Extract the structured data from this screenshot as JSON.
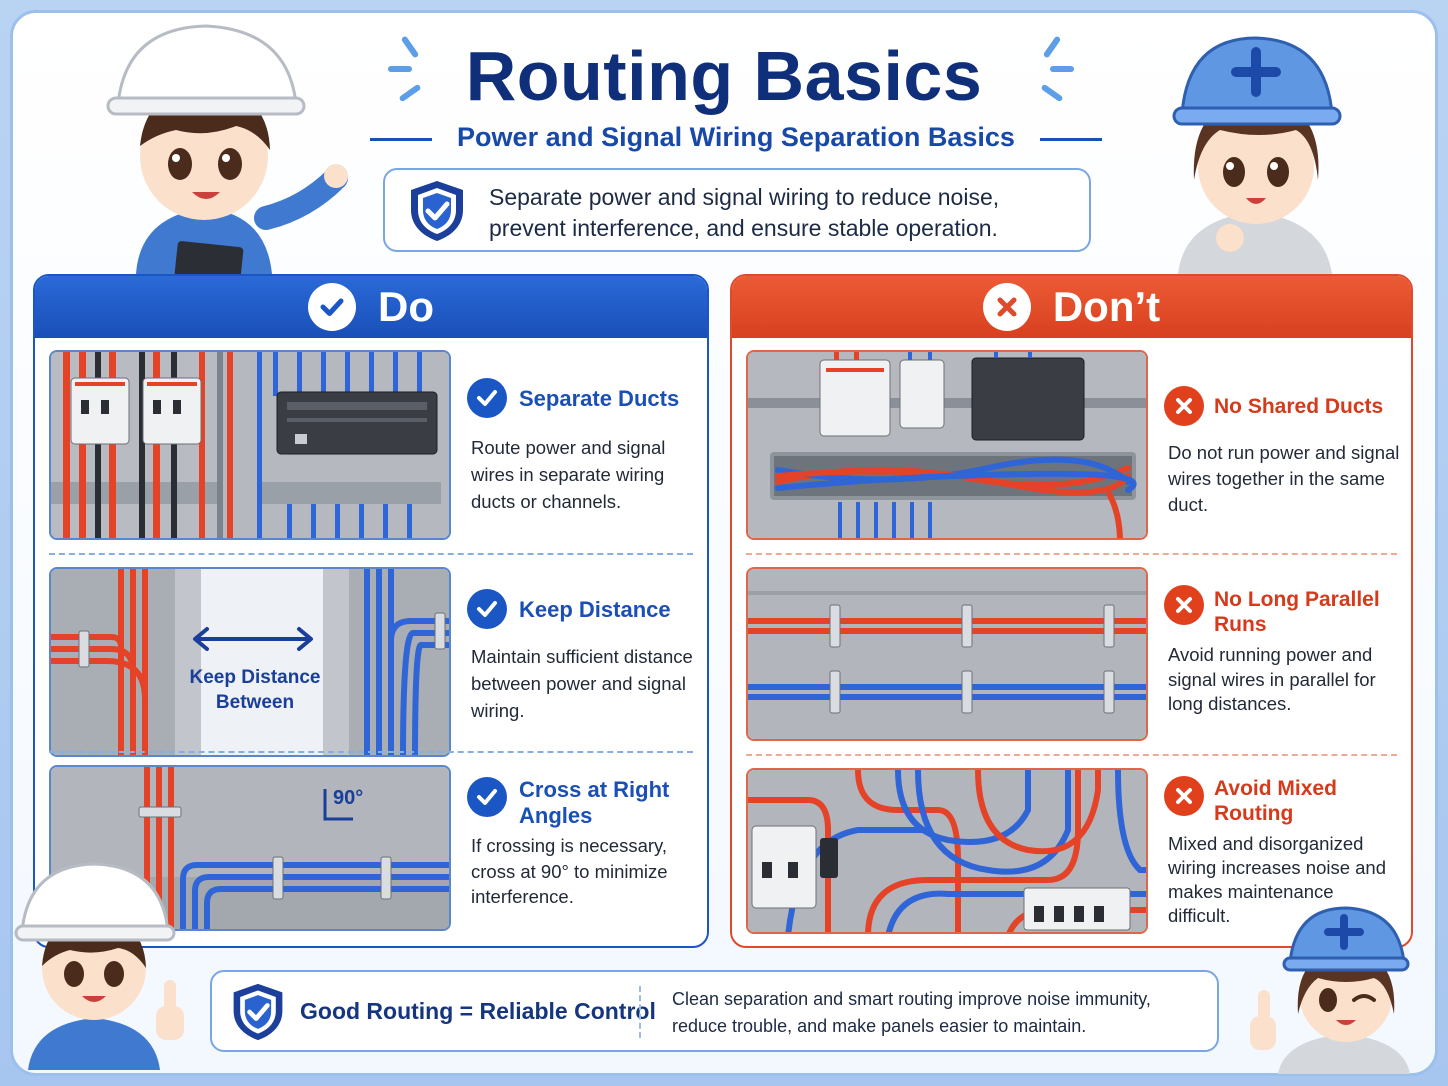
{
  "header": {
    "title": "Routing Basics",
    "subtitle": "Power and Signal Wiring Separation Basics",
    "intro": "Separate power and signal wiring to reduce noise, prevent interference, and ensure stable operation."
  },
  "colors": {
    "do_blue": "#1a56c4",
    "dont_red": "#de4a2a",
    "power_wire": "#e5432a",
    "signal_wire": "#2c5fd0",
    "title_navy": "#0f2f7a"
  },
  "do": {
    "heading": "Do",
    "items": [
      {
        "title": "Separate Ducts",
        "text": "Route power and signal wires in separate wiring ducts or channels.",
        "icon": "check-icon"
      },
      {
        "title": "Keep Distance",
        "text": "Maintain sufficient distance between power and signal wiring.",
        "icon": "check-icon",
        "image_label": "Keep Distance Between"
      },
      {
        "title": "Cross at Right Angles",
        "text": "If crossing is necessary, cross at 90° to minimize interference.",
        "icon": "check-icon",
        "image_label": "90°"
      }
    ]
  },
  "dont": {
    "heading": "Don’t",
    "items": [
      {
        "title": "No Shared Ducts",
        "text": "Do not run power and signal wires together in the same duct.",
        "icon": "x-icon"
      },
      {
        "title": "No Long Parallel Runs",
        "text": "Avoid running power and signal wires in parallel for long distances.",
        "icon": "x-icon"
      },
      {
        "title": "Avoid Mixed Routing",
        "text": "Mixed and disorganized wiring increases noise and makes maintenance difficult.",
        "icon": "x-icon"
      }
    ]
  },
  "footer": {
    "main": "Good Routing = Reliable Control",
    "text": "Clean separation and smart routing improve noise immunity, reduce trouble, and make panels easier to maintain."
  }
}
